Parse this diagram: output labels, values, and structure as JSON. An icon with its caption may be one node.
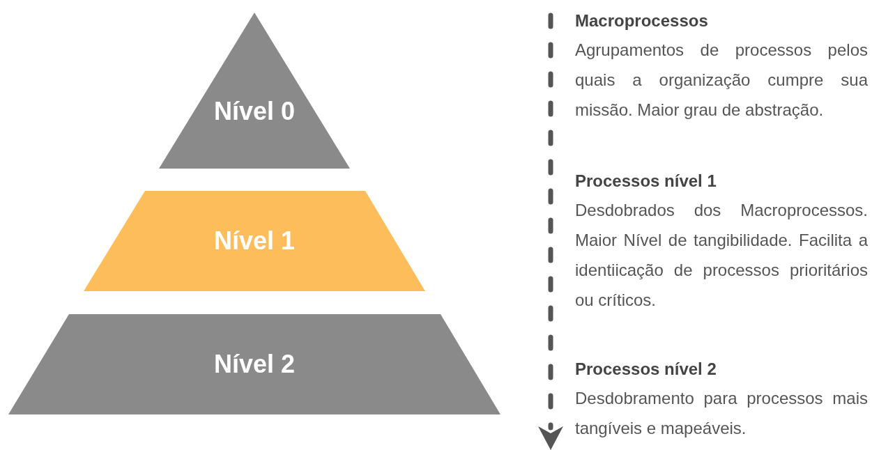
{
  "diagram": {
    "nodes": [
      {
        "text": [
          "Nível 0"
        ]
      },
      {
        "text": [
          "Nível 1"
        ]
      },
      {
        "text": [
          "Nível 2"
        ]
      }
    ],
    "labels": [
      "Macroprocessos",
      "Agrupamentos de processos pelos quais a organização cumpre sua missão. Maior grau de abstração.",
      "Processos nível 1",
      "Desdobrados dos Macroprocessos. Maior Nível de tangibilidade. Facilita a identiicação de processos prioritários ou críticos.",
      "Processos nível 2",
      "Desdobramento para processos mais tangíveis e mapeáveis."
    ]
  }
}
